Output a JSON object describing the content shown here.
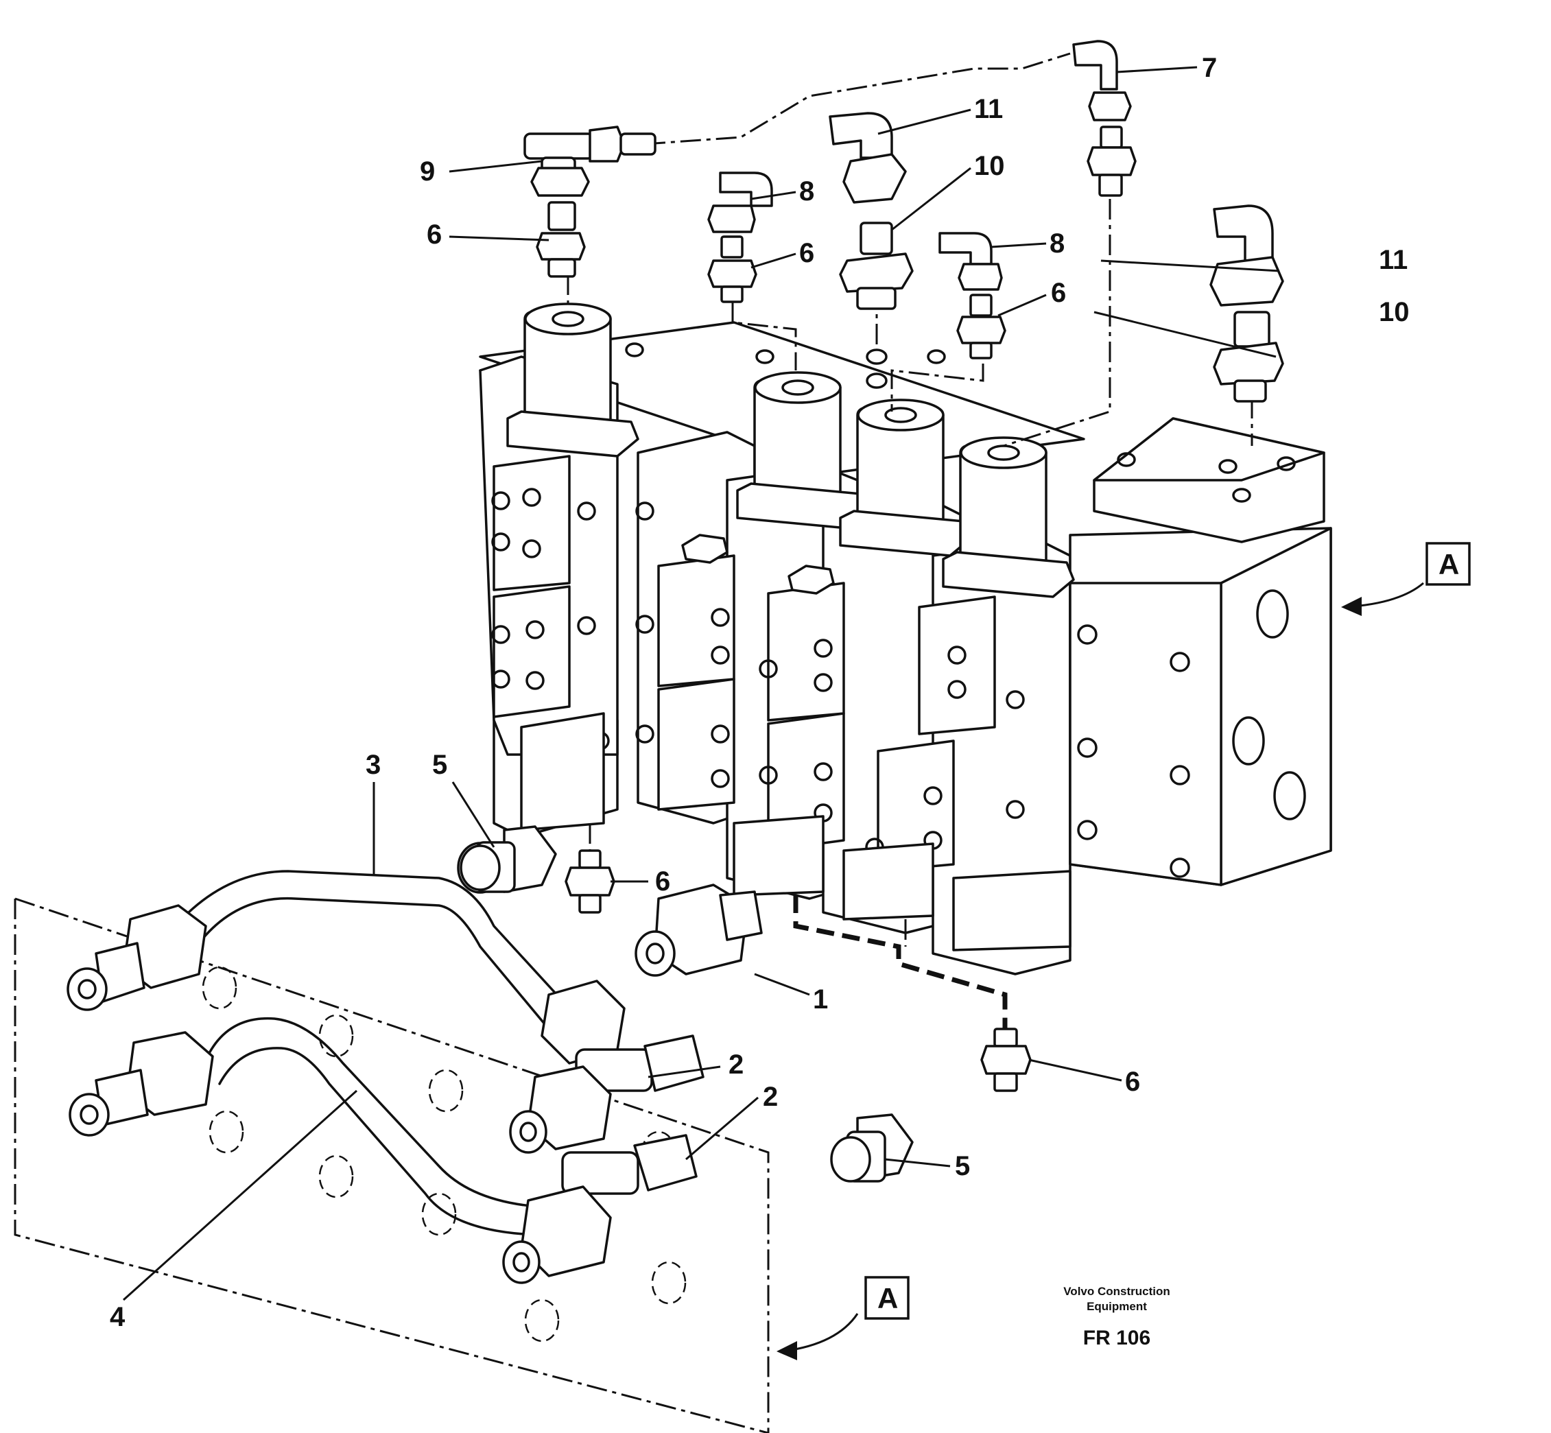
{
  "callouts": {
    "c1": "1",
    "c2a": "2",
    "c2b": "2",
    "c3": "3",
    "c4": "4",
    "c5a": "5",
    "c5b": "5",
    "c6a": "6",
    "c6b": "6",
    "c6c": "6",
    "c6d": "6",
    "c6e": "6",
    "c7": "7",
    "c8a": "8",
    "c8b": "8",
    "c9": "9",
    "c10a": "10",
    "c10b": "10",
    "c11a": "11",
    "c11b": "11"
  },
  "view_markers": {
    "right": "A",
    "bottom": "A"
  },
  "footer": {
    "maker_line1": "Volvo Construction",
    "maker_line2": "Equipment",
    "code": "FR 106"
  }
}
